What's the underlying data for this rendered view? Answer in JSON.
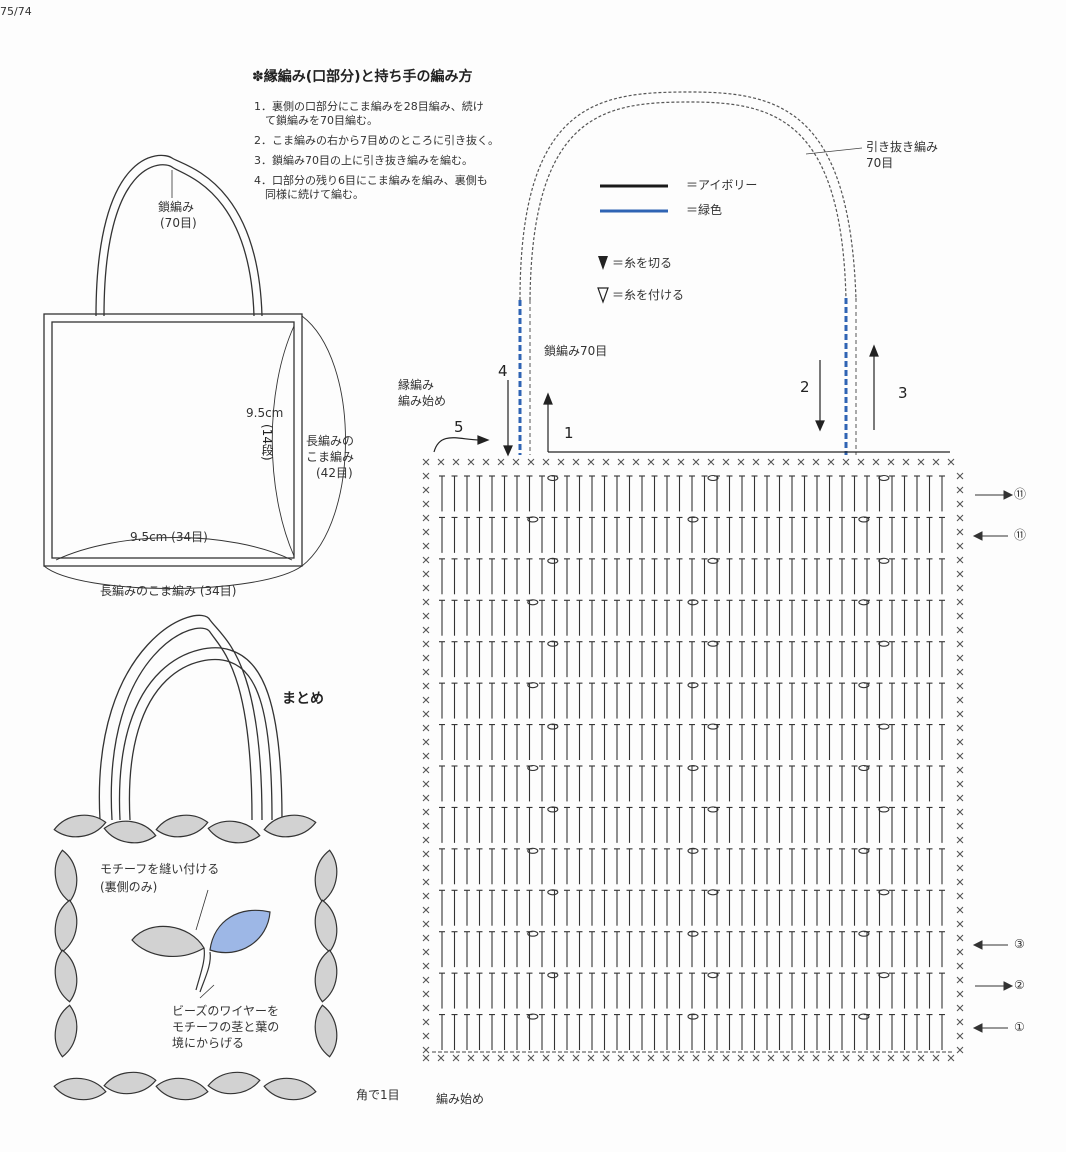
{
  "page": {
    "number": "75/74"
  },
  "instructions": {
    "title": "✽縁編み(口部分)と持ち手の編み方",
    "steps": [
      "1．裏側の口部分にこま編みを28目編み、続け",
      "　て鎖編みを70目編む。",
      "2．こま編みの右から7目めのところに引き抜く。",
      "3．鎖編み70目の上に引き抜き編みを編む。",
      "4．口部分の残り6目にこま編みを編み、裏側も",
      "　同様に続けて編む。"
    ]
  },
  "legend": {
    "ivory": "＝アイボリー",
    "green": "＝緑色",
    "cut": "＝糸を切る",
    "attach": "＝糸を付ける",
    "colors": {
      "ivory": "#1a1a1a",
      "green": "#2f64b4"
    }
  },
  "bag_diagram": {
    "handle_label": "鎖編み",
    "handle_count": "(70目)",
    "height": "9.5cm",
    "height_rows": "(14段)",
    "width": "9.5cm (34目)",
    "side_label_1": "長編みの",
    "side_label_2": "こま編み",
    "side_count": "(42目)",
    "bottom_label": "長編みのこま編み (34目)"
  },
  "finish": {
    "title": "まとめ",
    "motif_line1": "モチーフを縫い付ける",
    "motif_line2": "(裏側のみ)",
    "wire_line1": "ビーズのワイヤーを",
    "wire_line2": "モチーフの茎と葉の",
    "wire_line3": "境にからげる",
    "colors": {
      "leaf_gray": "#d2d2d2",
      "leaf_blue": "#9db7e6"
    }
  },
  "chart": {
    "handle_slip": "引き抜き編み",
    "handle_slip_count": "70目",
    "handle_chain": "鎖編み70目",
    "start_note_1": "縁編み",
    "start_note_2": "編み始め",
    "arrows": [
      "1",
      "2",
      "3",
      "4",
      "5"
    ],
    "row_markers_top": [
      "⑪",
      "⑪"
    ],
    "row_markers_bottom": [
      "③",
      "②",
      "①"
    ],
    "corner_note": "角で1目",
    "begin_note": "編み始め"
  }
}
